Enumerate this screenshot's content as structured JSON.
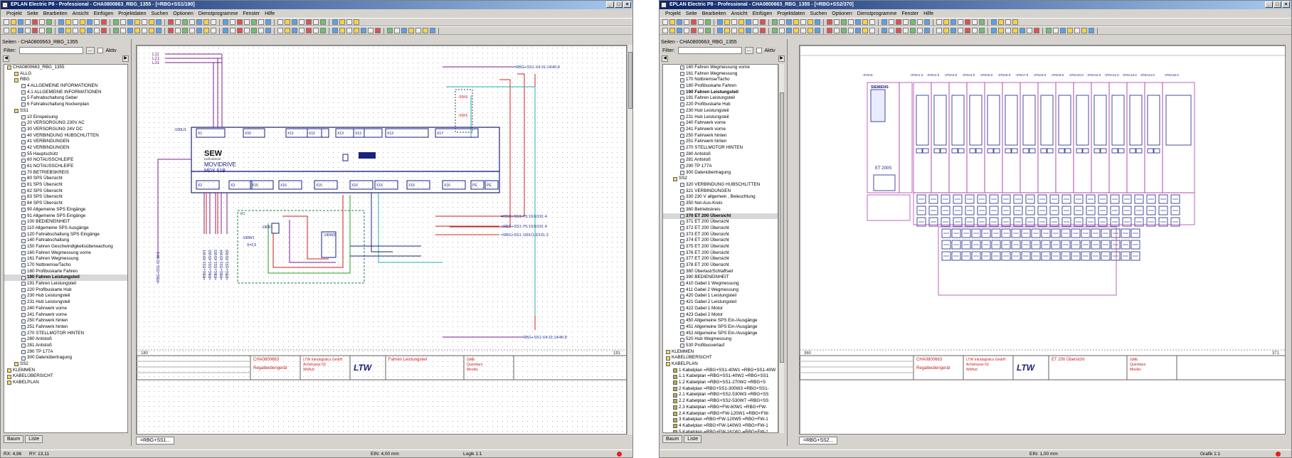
{
  "left_window": {
    "title": "EPLAN Electric P8 - Professional - CHA0800663_RBG_1355 - [=RBG+SS1/190]",
    "menu": [
      "Projekt",
      "Seite",
      "Bearbeiten",
      "Ansicht",
      "Einfügen",
      "Projektdaten",
      "Suchen",
      "Optionen",
      "Dienstprogramme",
      "Fenster",
      "Hilfe"
    ],
    "panel_title": "Seiten - CHA0800663_RBG_1355",
    "filter_label": "Filter:",
    "filter_button": "...",
    "aktiv_label": "Aktiv",
    "tree": [
      {
        "label": "CHA0800663_RBG_1355",
        "level": 0,
        "icon": "fold"
      },
      {
        "label": "ALLG",
        "level": 1,
        "icon": "fold"
      },
      {
        "label": "RBG",
        "level": 1,
        "icon": "fold"
      },
      {
        "label": "4 ALLGEMEINE INFORMATIONEN",
        "level": 2,
        "icon": "page"
      },
      {
        "label": "4.1 ALLGEMEINE INFORMATIONEN",
        "level": 2,
        "icon": "page"
      },
      {
        "label": "5 Fahrabschaltung Geber",
        "level": 2,
        "icon": "page"
      },
      {
        "label": "6 Fahrabschaltung Nockenplan",
        "level": 2,
        "icon": "page"
      },
      {
        "label": "SS1",
        "level": 1,
        "icon": "fold"
      },
      {
        "label": "10 Einspeisung",
        "level": 2,
        "icon": "page"
      },
      {
        "label": "20 VERSORGUNG 230V AC",
        "level": 2,
        "icon": "page"
      },
      {
        "label": "30 VERSORGUNG 24V DC",
        "level": 2,
        "icon": "page"
      },
      {
        "label": "40 VERBINDUNG HUBSCHLITTEN",
        "level": 2,
        "icon": "page"
      },
      {
        "label": "41 VERBINDUNGEN",
        "level": 2,
        "icon": "page"
      },
      {
        "label": "42 VERBINDUNGEN",
        "level": 2,
        "icon": "page"
      },
      {
        "label": "55 Hauptschütz",
        "level": 2,
        "icon": "page"
      },
      {
        "label": "60 NOTAUSSCHLEIFE",
        "level": 2,
        "icon": "page"
      },
      {
        "label": "61 NOTAUSSCHLEIFE",
        "level": 2,
        "icon": "page"
      },
      {
        "label": "70 BETRIEBSKREIS",
        "level": 2,
        "icon": "page"
      },
      {
        "label": "80 SPS Übersicht",
        "level": 2,
        "icon": "page"
      },
      {
        "label": "81 SPS Übersicht",
        "level": 2,
        "icon": "page"
      },
      {
        "label": "82 SPS Übersicht",
        "level": 2,
        "icon": "page"
      },
      {
        "label": "83 SPS Übersicht",
        "level": 2,
        "icon": "page"
      },
      {
        "label": "84 SPS Übersicht",
        "level": 2,
        "icon": "page"
      },
      {
        "label": "90 Allgemeine SPS Eingänge",
        "level": 2,
        "icon": "page"
      },
      {
        "label": "91 Allgemeine SPS Eingänge",
        "level": 2,
        "icon": "page"
      },
      {
        "label": "100 BEDIENEINHEIT",
        "level": 2,
        "icon": "page"
      },
      {
        "label": "110 Allgemeine SPS Ausgänge",
        "level": 2,
        "icon": "page"
      },
      {
        "label": "120 Fahrabschaltung SPS Eingänge",
        "level": 2,
        "icon": "page"
      },
      {
        "label": "140 Fahrabschaltung",
        "level": 2,
        "icon": "page"
      },
      {
        "label": "150 Fahren Geschwindigkeitsüberwachung",
        "level": 2,
        "icon": "page"
      },
      {
        "label": "160 Fahren Wegmessung vorne",
        "level": 2,
        "icon": "page"
      },
      {
        "label": "161 Fahren Wegmessung",
        "level": 2,
        "icon": "page"
      },
      {
        "label": "170 Notbremse/Tacho",
        "level": 2,
        "icon": "page"
      },
      {
        "label": "180 Profibuskarte Fahren",
        "level": 2,
        "icon": "page"
      },
      {
        "label": "190 Fahren Leistungsteil",
        "level": 2,
        "icon": "page",
        "selected": true
      },
      {
        "label": "191 Fahren Leistungsteil",
        "level": 2,
        "icon": "page"
      },
      {
        "label": "220 Profibuskarte Hub",
        "level": 2,
        "icon": "page"
      },
      {
        "label": "230 Hub Leistungsteil",
        "level": 2,
        "icon": "page"
      },
      {
        "label": "231 Hub Leistungsteil",
        "level": 2,
        "icon": "page"
      },
      {
        "label": "240 Fahrwerk vorne",
        "level": 2,
        "icon": "page"
      },
      {
        "label": "241 Fahrwerk vorne",
        "level": 2,
        "icon": "page"
      },
      {
        "label": "250 Fahrwerk hinten",
        "level": 2,
        "icon": "page"
      },
      {
        "label": "251 Fahrwerk hinten",
        "level": 2,
        "icon": "page"
      },
      {
        "label": "270 STELLMOTOR HINTEN",
        "level": 2,
        "icon": "page"
      },
      {
        "label": "280 Antistoß",
        "level": 2,
        "icon": "page"
      },
      {
        "label": "281 Antistoß",
        "level": 2,
        "icon": "page"
      },
      {
        "label": "290 TP 177A",
        "level": 2,
        "icon": "page"
      },
      {
        "label": "300 Datenübertragung",
        "level": 2,
        "icon": "page"
      },
      {
        "label": "SS2",
        "level": 1,
        "icon": "fold"
      },
      {
        "label": "KLEMMEN",
        "level": 0,
        "icon": "fold"
      },
      {
        "label": "KABELÜBERSICHT",
        "level": 0,
        "icon": "fold"
      },
      {
        "label": "KABELPLAN",
        "level": 0,
        "icon": "fold"
      }
    ],
    "tabs": [
      "Baum",
      "Liste"
    ],
    "doc_tab": "=RBG+SS1...",
    "status": {
      "rx": "RX: 4,96",
      "ry": "RY: 13,11",
      "grid": "EIN: 4,00 mm",
      "logic": "Logik 1:1"
    },
    "drawing": {
      "prev_page": "180",
      "next_page": "191",
      "supply_labels": [
        "L11",
        "L21",
        "L31"
      ],
      "drive_brand": "SEW",
      "drive_brand_sub": "EURODRIVE",
      "drive_family": "MOVIDRIVE",
      "drive_model": "MDX 61B",
      "drive_ref": "-190U1",
      "terminal_labels": [
        "X1",
        "X2",
        "X3",
        "X10",
        "X11",
        "X12",
        "X13",
        "X15",
        "X16",
        "X17",
        "PE",
        "PE"
      ],
      "crossref_top": "=RBG+SS1-X4:31;14/40.8",
      "crossrefs_right": [
        "=RBG+SS1-Y5:19;6/191.4",
        "=RBG+SS1-Y5:19;6/191.4",
        "=RBG+SS1-190U1:3/191.3"
      ],
      "crossref_bottom": "=RBG+SS1-X4:31;14/40.8",
      "motor_box": "-M1",
      "resistor": "-190R1",
      "brake": "-190W1",
      "brake2": "-190W2",
      "x_label": "X=2,5",
      "title_block": {
        "drawing_no": "CHA0800663",
        "desc": "Regalbediengerät",
        "company": "LTW Intralogistics GmbH",
        "address": "Achstrasse 53",
        "city": "Wolfurt",
        "logo": "LTW",
        "page_title": "Fahren Leistungsteil",
        "customer": "GME",
        "site": "Querétaro",
        "country": "Mexiko"
      }
    }
  },
  "right_window": {
    "title": "EPLAN Electric P8 - Professional - CHA0800663_RBG_1355 - [=RBG+SS2/370]",
    "menu": [
      "Projekt",
      "Seite",
      "Bearbeiten",
      "Ansicht",
      "Einfügen",
      "Projektdaten",
      "Suchen",
      "Optionen",
      "Dienstprogramme",
      "Fenster",
      "Hilfe"
    ],
    "panel_title": "Seiten - CHA0800663_RBG_1355",
    "filter_label": "Filter:",
    "filter_button": "...",
    "aktiv_label": "Aktiv",
    "tree": [
      {
        "label": "160 Fahren Wegmessung vorne",
        "level": 2,
        "icon": "page"
      },
      {
        "label": "161 Fahren Wegmessung",
        "level": 2,
        "icon": "page"
      },
      {
        "label": "170 Notbremse/Tacho",
        "level": 2,
        "icon": "page"
      },
      {
        "label": "180 Profibuskarte Fahren",
        "level": 2,
        "icon": "page"
      },
      {
        "label": "190 Fahren Leistungsteil",
        "level": 2,
        "icon": "page",
        "bold": true
      },
      {
        "label": "191 Fahren Leistungsteil",
        "level": 2,
        "icon": "page"
      },
      {
        "label": "220 Profibuskarte Hub",
        "level": 2,
        "icon": "page"
      },
      {
        "label": "230 Hub Leistungsteil",
        "level": 2,
        "icon": "page"
      },
      {
        "label": "231 Hub Leistungsteil",
        "level": 2,
        "icon": "page"
      },
      {
        "label": "240 Fahrwerk vorne",
        "level": 2,
        "icon": "page"
      },
      {
        "label": "241 Fahrwerk vorne",
        "level": 2,
        "icon": "page"
      },
      {
        "label": "250 Fahrwerk hinten",
        "level": 2,
        "icon": "page"
      },
      {
        "label": "251 Fahrwerk hinten",
        "level": 2,
        "icon": "page"
      },
      {
        "label": "270 STELLMOTOR HINTEN",
        "level": 2,
        "icon": "page"
      },
      {
        "label": "280 Antistoß",
        "level": 2,
        "icon": "page"
      },
      {
        "label": "281 Antistoß",
        "level": 2,
        "icon": "page"
      },
      {
        "label": "290 TP 177A",
        "level": 2,
        "icon": "page"
      },
      {
        "label": "300 Datenübertragung",
        "level": 2,
        "icon": "page"
      },
      {
        "label": "SS2",
        "level": 1,
        "icon": "fold"
      },
      {
        "label": "320 VERBINDUNG HUBSCHLITTEN",
        "level": 2,
        "icon": "page"
      },
      {
        "label": "321 VERBINDUNGEN",
        "level": 2,
        "icon": "page"
      },
      {
        "label": "330 230 V allgemein , Beleuchtung",
        "level": 2,
        "icon": "page"
      },
      {
        "label": "350 Not-Aus-Kreis",
        "level": 2,
        "icon": "page"
      },
      {
        "label": "360 Betriebskreis",
        "level": 2,
        "icon": "page"
      },
      {
        "label": "370 ET 200 Übersicht",
        "level": 2,
        "icon": "page",
        "selected": true
      },
      {
        "label": "371 ET 200 Übersicht",
        "level": 2,
        "icon": "page"
      },
      {
        "label": "372 ET 200 Übersicht",
        "level": 2,
        "icon": "page"
      },
      {
        "label": "373 ET 200 Übersicht",
        "level": 2,
        "icon": "page"
      },
      {
        "label": "374 ET 200 Übersicht",
        "level": 2,
        "icon": "page"
      },
      {
        "label": "375 ET 200 Übersicht",
        "level": 2,
        "icon": "page"
      },
      {
        "label": "376 ET 200 Übersicht",
        "level": 2,
        "icon": "page"
      },
      {
        "label": "377 ET 200 Übersicht",
        "level": 2,
        "icon": "page"
      },
      {
        "label": "378 ET 200 Übersicht",
        "level": 2,
        "icon": "page"
      },
      {
        "label": "380 Überlast/Schlaffseil",
        "level": 2,
        "icon": "page"
      },
      {
        "label": "390 BEDIENEINHEIT",
        "level": 2,
        "icon": "page"
      },
      {
        "label": "410 Gabel 1 Wegmessung",
        "level": 2,
        "icon": "page"
      },
      {
        "label": "411 Gabel 2 Wegmessung",
        "level": 2,
        "icon": "page"
      },
      {
        "label": "420 Gabel 1 Leistungsteil",
        "level": 2,
        "icon": "page"
      },
      {
        "label": "421 Gabel 2 Leistungsteil",
        "level": 2,
        "icon": "page"
      },
      {
        "label": "422 Gabel 1 Motor",
        "level": 2,
        "icon": "page"
      },
      {
        "label": "423 Gabel 2 Motor",
        "level": 2,
        "icon": "page"
      },
      {
        "label": "450 Allgemeine SPS Ein-/Ausgänge",
        "level": 2,
        "icon": "page"
      },
      {
        "label": "451 Allgemeine SPS Ein-/Ausgänge",
        "level": 2,
        "icon": "page"
      },
      {
        "label": "452 Allgemeine SPS Ein-/Ausgänge",
        "level": 2,
        "icon": "page"
      },
      {
        "label": "520 Hub Wegmessung",
        "level": 2,
        "icon": "page"
      },
      {
        "label": "530 Profibusverlauf",
        "level": 2,
        "icon": "page"
      },
      {
        "label": "KLEMMEN",
        "level": 0,
        "icon": "fold"
      },
      {
        "label": "KABELÜBERSICHT",
        "level": 0,
        "icon": "fold"
      },
      {
        "label": "KABELPLAN",
        "level": 0,
        "icon": "fold"
      },
      {
        "label": "1 Kabelplan =RBG+SS1-40W1 =RBG+SS1-40W",
        "level": 1,
        "icon": "cab"
      },
      {
        "label": "1.1 Kabelplan =RBG+SS1-40W2 =RBG+SS1",
        "level": 1,
        "icon": "cab"
      },
      {
        "label": "1.2 Kabelplan =RBG+SS1-270W2 =RBG+S",
        "level": 1,
        "icon": "cab"
      },
      {
        "label": "2 Kabelplan =RBG+SS1-300W3 =RBG+SS1-",
        "level": 1,
        "icon": "cab"
      },
      {
        "label": "2.1 Kabelplan =RBG+SS2-530W3 =RBG+SS",
        "level": 1,
        "icon": "cab"
      },
      {
        "label": "2.2 Kabelplan =RBG+SS2-530W7 =RBG+SS",
        "level": 1,
        "icon": "cab"
      },
      {
        "label": "2.3 Kabelplan =RBG+FW-60W1 =RBG+FW-",
        "level": 1,
        "icon": "cab"
      },
      {
        "label": "2.4 Kabelplan =RBG+FW-120W1 =RBG+FW-",
        "level": 1,
        "icon": "cab"
      },
      {
        "label": "3 Kabelplan =RBG+FW-120W5 =RBG+FW-1",
        "level": 1,
        "icon": "cab"
      },
      {
        "label": "4 Kabelplan =RBG+FW-140W3 =RBG+FW-1",
        "level": 1,
        "icon": "cab"
      },
      {
        "label": "5 Kabelplan =RBG+FW-161W1 =RBG+FW-1",
        "level": 1,
        "icon": "cab"
      }
    ],
    "tabs": [
      "Baum",
      "Liste"
    ],
    "doc_tab": "=RBG+SS2...",
    "status": {
      "grid": "EIN: 1,00 mm",
      "logic": "Grafik 1:1"
    },
    "drawing": {
      "prev_page": "360",
      "next_page": "371",
      "brand": "SIEMENS",
      "device": "ET 200S",
      "refs": [
        "-370A0",
        "-370A1.0",
        "-370A2.0",
        "-370A3.0",
        "-370A4.0",
        "-370A5.0",
        "-370A6.0",
        "-370A7.0",
        "-370A8.0",
        "-370A9.0",
        "-370A10.0",
        "-370A11.0",
        "-370A12.0",
        "-370A13.0",
        "-370A14.0",
        "-370A15.0"
      ],
      "title_block": {
        "drawing_no": "CHA0800663",
        "desc": "Regalbediengerät",
        "company": "LTW Intralogistics GmbH",
        "address": "Achstrasse 53",
        "city": "Wolfurt",
        "logo": "LTW",
        "page_title": "ET 200 Übersicht",
        "customer": "GME",
        "site": "Querétaro",
        "country": "Mexiko"
      }
    }
  }
}
